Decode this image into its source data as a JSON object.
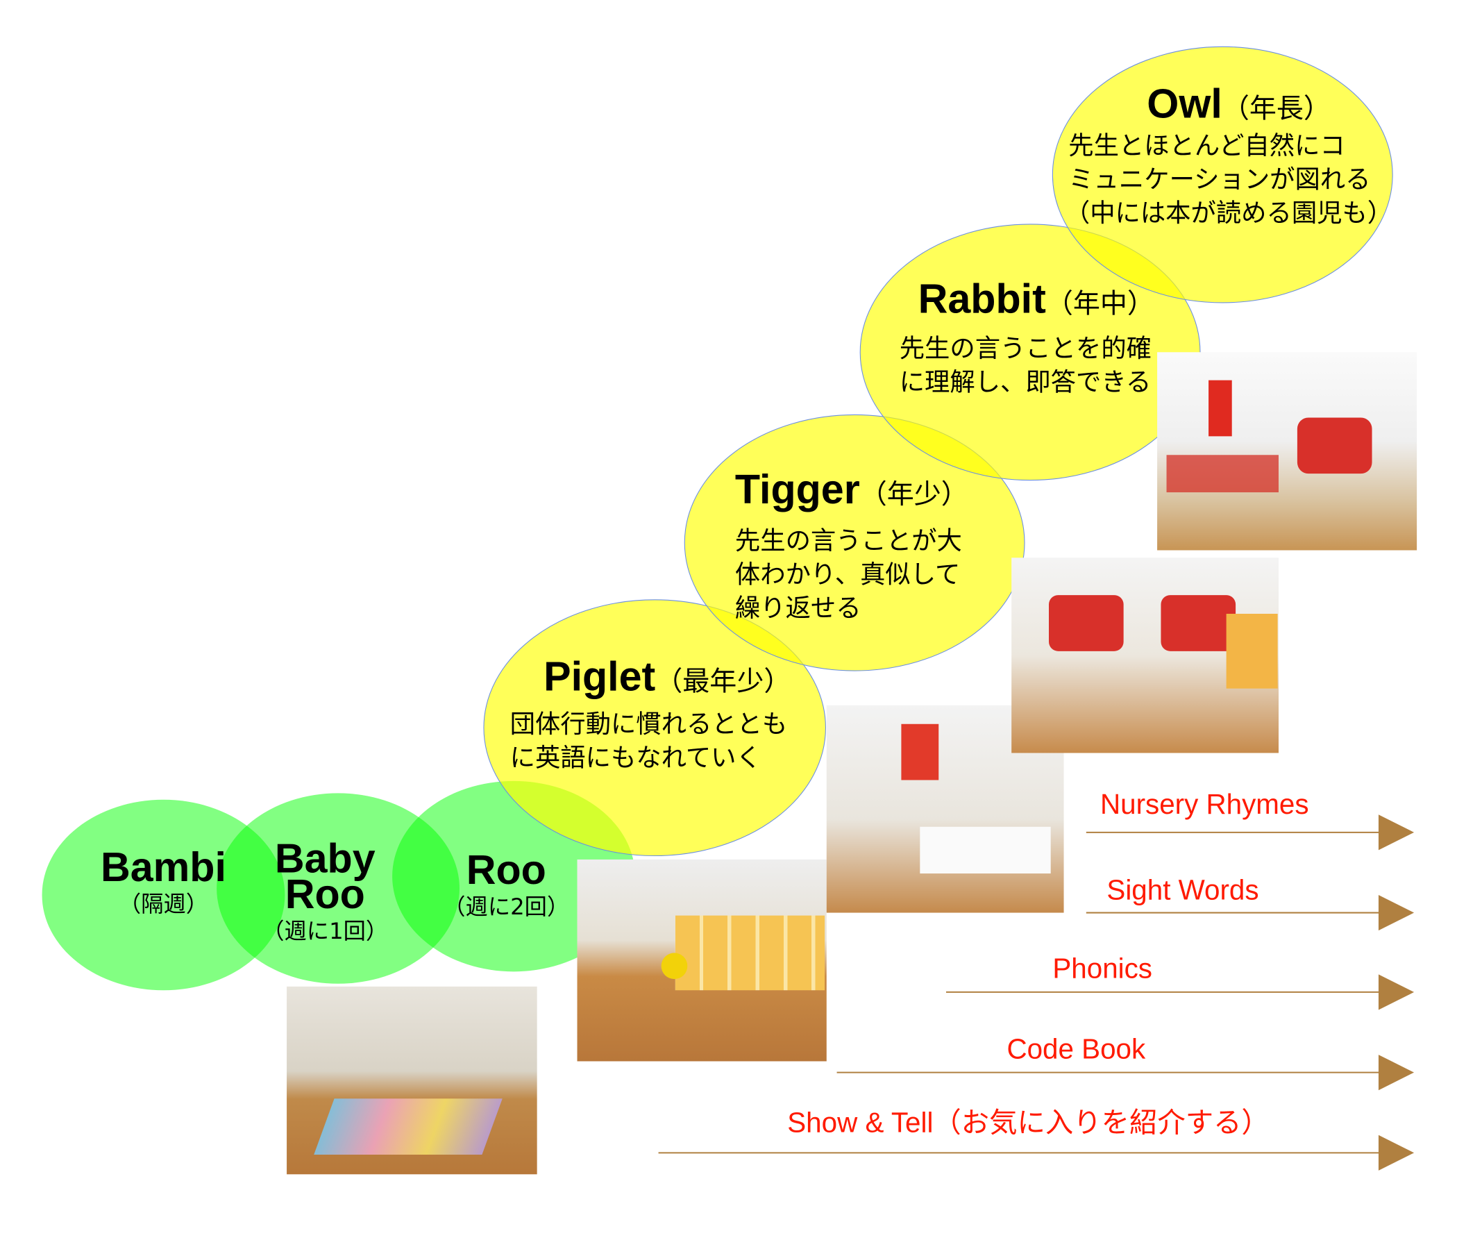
{
  "stages": {
    "bambi": {
      "name": "Bambi",
      "freq": "（隔週）"
    },
    "baby_roo": {
      "name_line1": "Baby",
      "name_line2": "Roo",
      "freq": "（週に1回）"
    },
    "roo": {
      "name": "Roo",
      "freq": "（週に2回）"
    },
    "piglet": {
      "name": "Piglet",
      "grade": "（最年少）",
      "desc": [
        "団体行動に慣れるととも",
        "に英語にもなれていく"
      ]
    },
    "tigger": {
      "name": "Tigger",
      "grade": "（年少）",
      "desc": [
        "先生の言うことが大",
        "体わかり、真似して",
        "繰り返せる"
      ]
    },
    "rabbit": {
      "name": "Rabbit",
      "grade": "（年中）",
      "desc": [
        "先生の言うことを的確",
        "に理解し、即答できる"
      ]
    },
    "owl": {
      "name": "Owl",
      "grade": "（年長）",
      "desc": [
        "先生とほとんど自然にコ",
        "ミュニケーションが図れる",
        "（中には本が読める園児も）"
      ]
    }
  },
  "programs": [
    {
      "label": "Nursery Rhymes"
    },
    {
      "label": "Sight Words"
    },
    {
      "label": "Phonics"
    },
    {
      "label": "Code Book"
    },
    {
      "label": "Show & Tell（お気に入りを紹介する）"
    }
  ],
  "colors": {
    "green": "#80ff80",
    "yellow": "#ffff59",
    "arrow": "#b08040",
    "label": "#ff1a00"
  }
}
